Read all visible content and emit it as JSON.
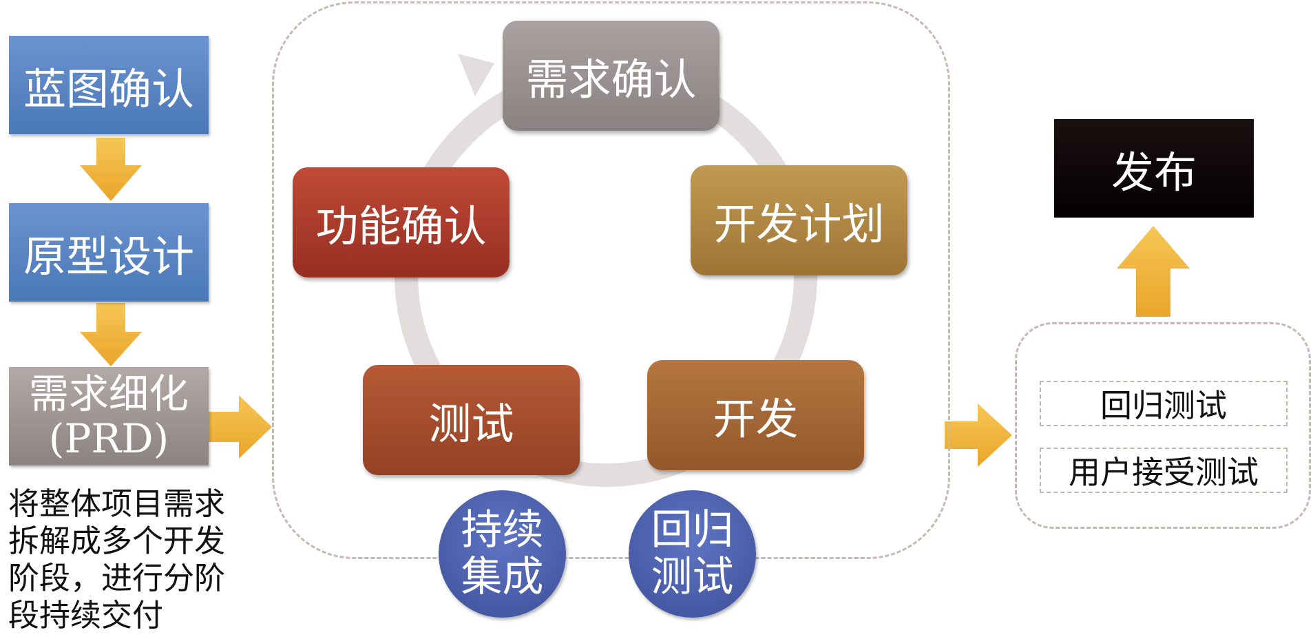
{
  "left_column": {
    "step1": "蓝图确认",
    "step2": "原型设计",
    "step3_line1": "需求细化",
    "step3_line2": "(PRD)",
    "note_lines": [
      "将整体项目需求",
      "拆解成多个开发",
      "阶段，进行分阶",
      "段持续交付"
    ]
  },
  "cycle": {
    "requirements": "需求确认",
    "dev_plan": "开发计划",
    "development": "开发",
    "testing": "测试",
    "function_confirm": "功能确认"
  },
  "circles": {
    "ci_line1": "持续",
    "ci_line2": "集成",
    "regression_line1": "回归",
    "regression_line2": "测试"
  },
  "right": {
    "release": "发布",
    "regression_test": "回归测试",
    "uat": "用户接受测试"
  },
  "colors": {
    "arrow": "#f2b43a",
    "blue_box": "#5a86c4",
    "gray_box": "#9a9290",
    "ring": "#e3dedd",
    "circle": "#4a5ba8"
  }
}
